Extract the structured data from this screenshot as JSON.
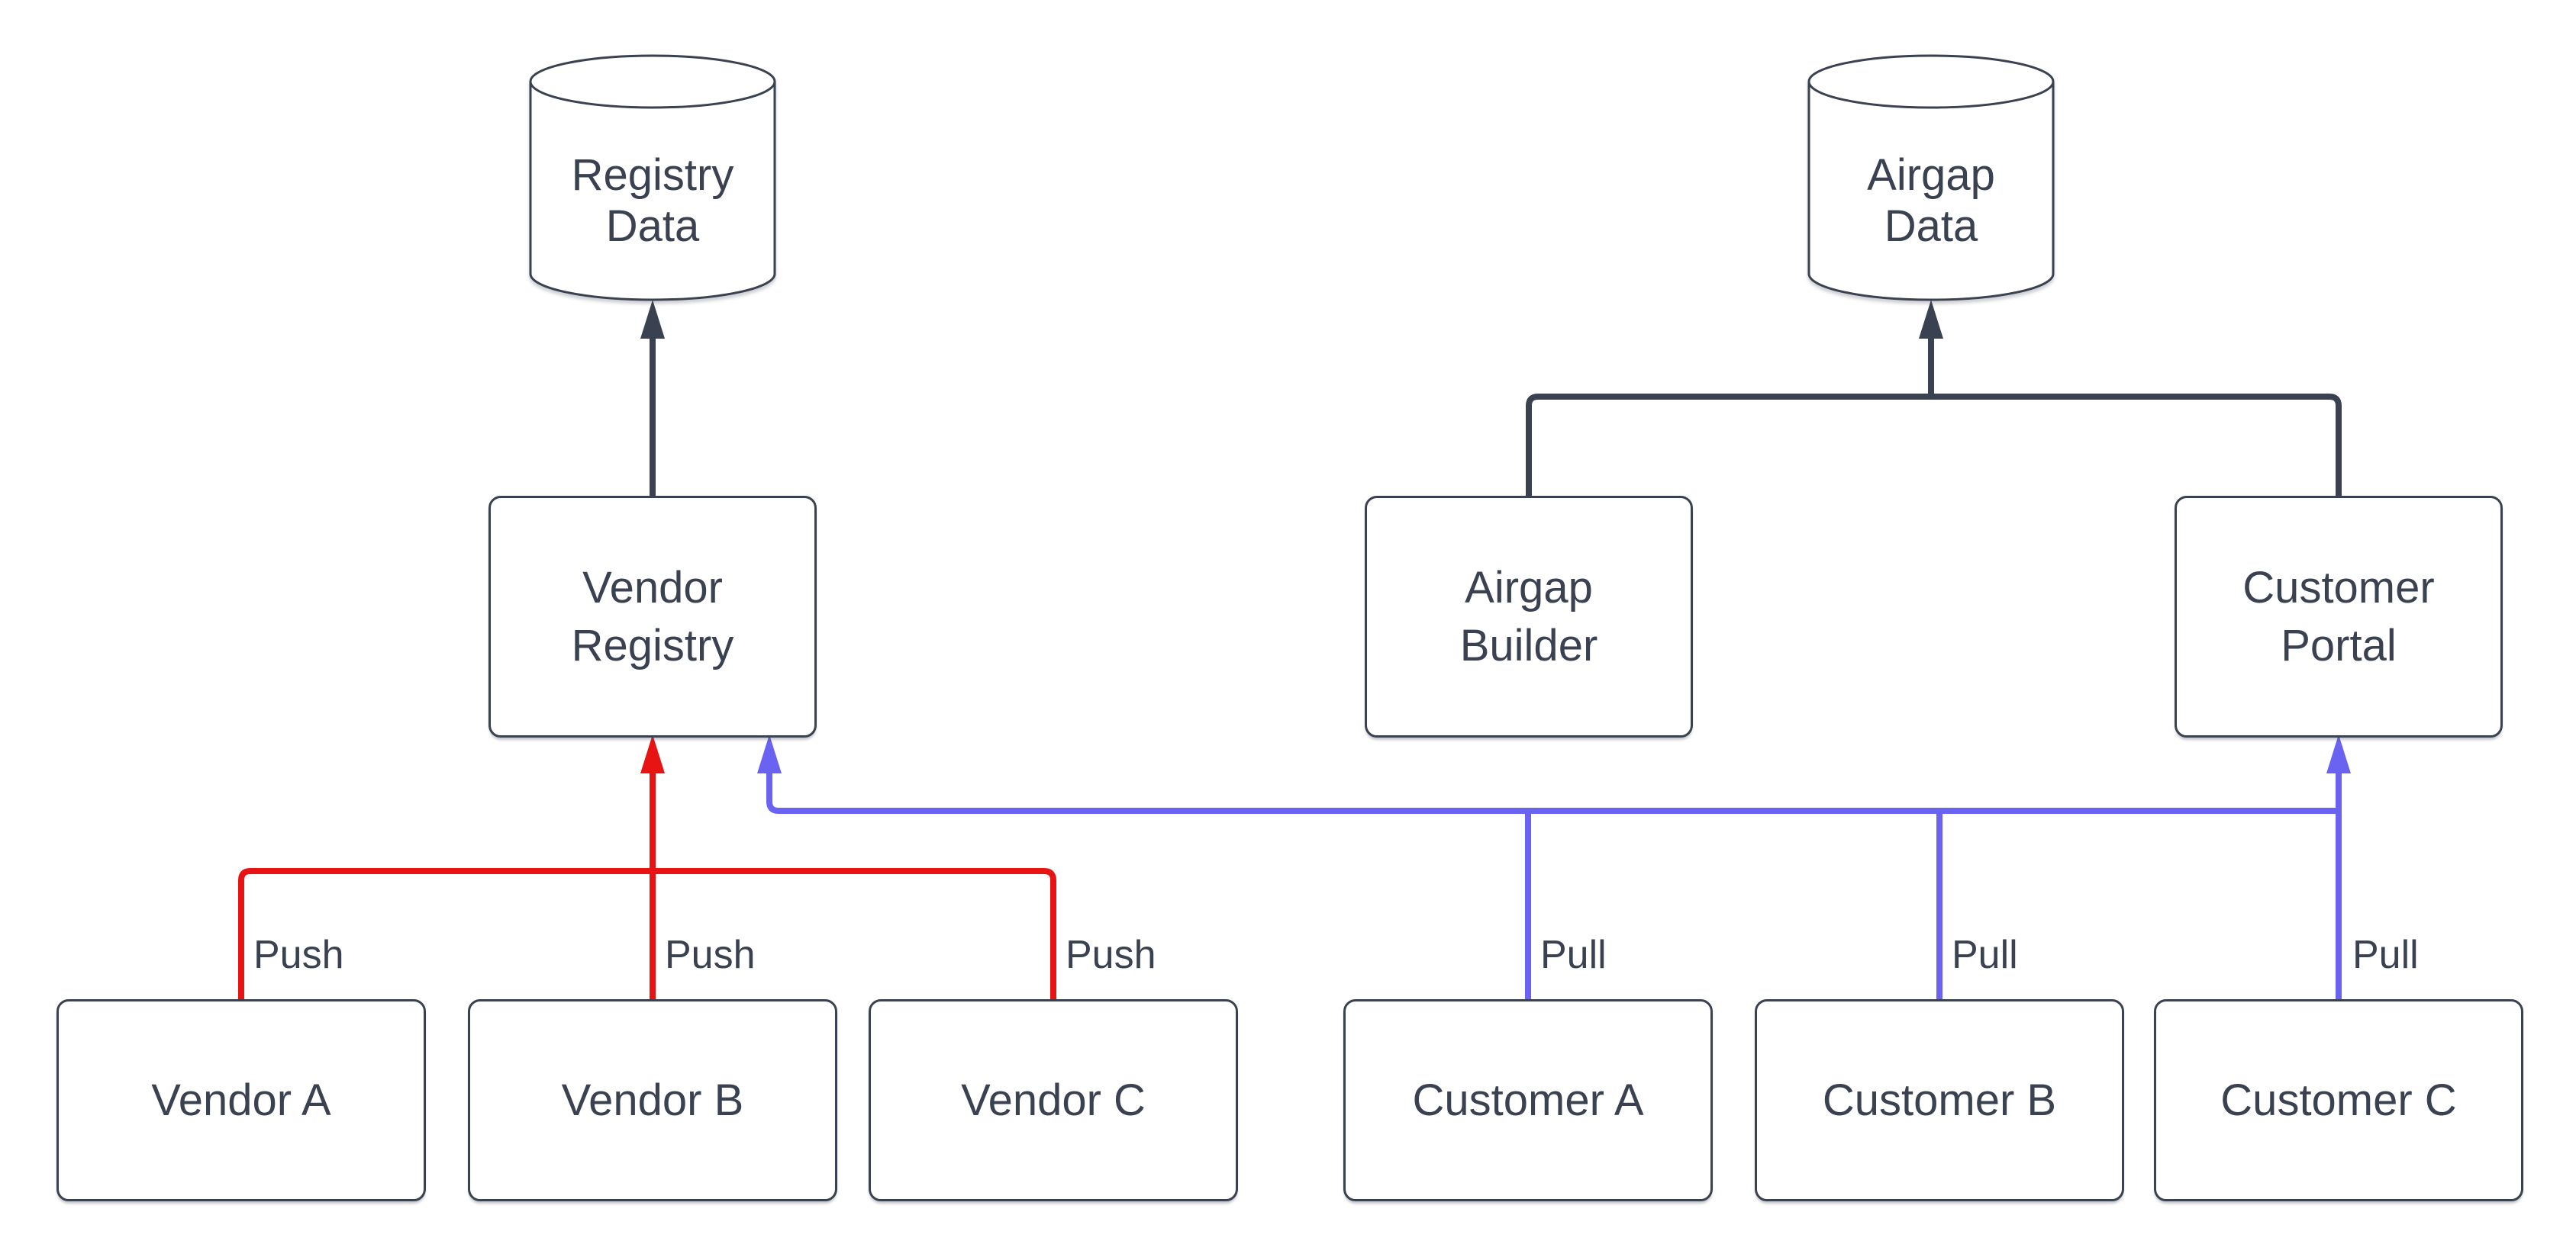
{
  "diagram": {
    "background_color": "#ffffff",
    "colors": {
      "push_red": "#E81313",
      "pull_blue": "#6A62F0",
      "dark": "#3A4150"
    },
    "cylinders": [
      {
        "id": "registry-data",
        "line1": "Registry",
        "line2": "Data"
      },
      {
        "id": "airgap-data",
        "line1": "Airgap",
        "line2": "Data"
      }
    ],
    "mid_boxes": [
      {
        "id": "vendor-registry",
        "line1": "Vendor",
        "line2": "Registry"
      },
      {
        "id": "airgap-builder",
        "line1": "Airgap",
        "line2": "Builder"
      },
      {
        "id": "customer-portal",
        "line1": "Customer",
        "line2": "Portal"
      }
    ],
    "bottom_boxes": [
      {
        "id": "vendor-a",
        "label": "Vendor A"
      },
      {
        "id": "vendor-b",
        "label": "Vendor B"
      },
      {
        "id": "vendor-c",
        "label": "Vendor C"
      },
      {
        "id": "customer-a",
        "label": "Customer A"
      },
      {
        "id": "customer-b",
        "label": "Customer B"
      },
      {
        "id": "customer-c",
        "label": "Customer C"
      }
    ],
    "edge_labels": {
      "push": "Push",
      "pull": "Pull"
    }
  }
}
